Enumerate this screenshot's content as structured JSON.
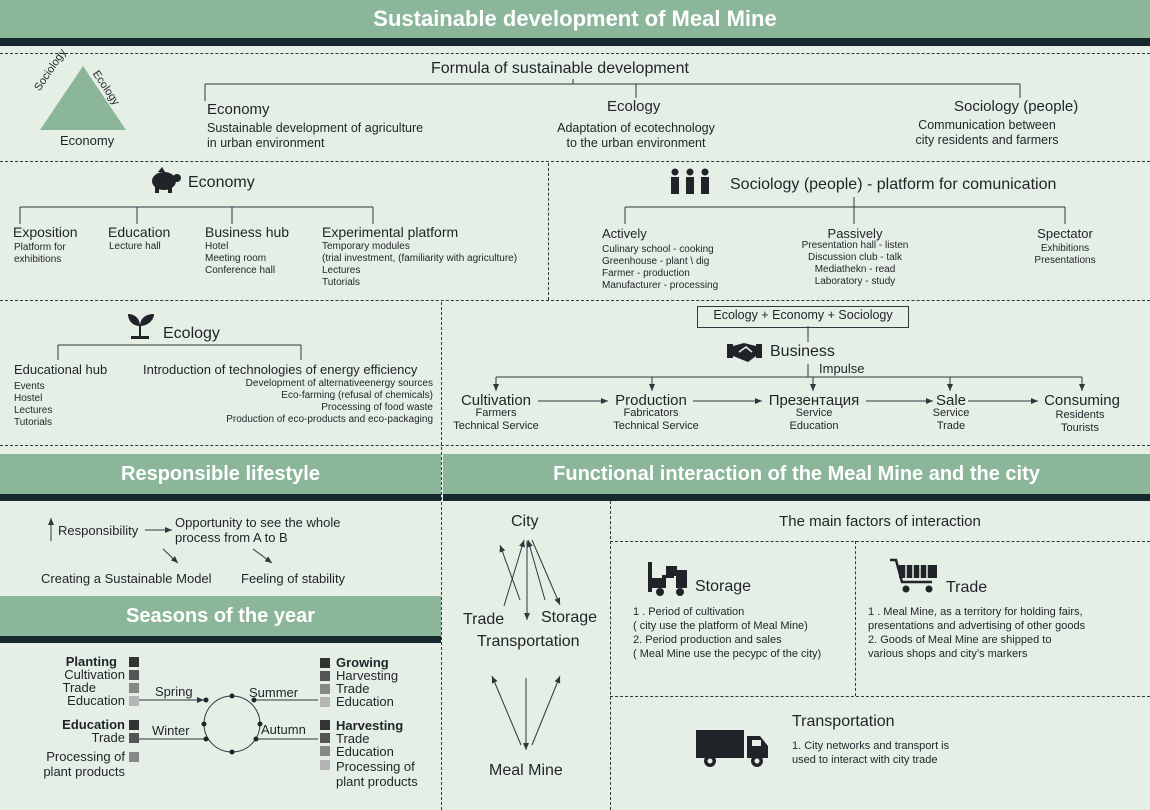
{
  "title": "Sustainable development of  Meal Mine",
  "formula": {
    "title": "Formula of sustainable development",
    "triangle": {
      "sociology": "Sociology",
      "ecology": "Ecology",
      "economy": "Economy"
    },
    "economy": {
      "heading": "Economy",
      "line1": "Sustainable development of agriculture",
      "line2": "in urban environment"
    },
    "ecology": {
      "heading": "Ecology",
      "line1": "Adaptation of ecotechnology",
      "line2": "to the urban environment"
    },
    "sociology": {
      "heading": "Sociology (people)",
      "line1": "Communication between",
      "line2": "city residents and farmers"
    }
  },
  "economy": {
    "title": "Economy",
    "exposition": {
      "heading": "Exposition",
      "line1": "Platform for",
      "line2": "exhibitions"
    },
    "education": {
      "heading": "Education",
      "line1": "Lecture hall"
    },
    "business_hub": {
      "heading": "Business hub",
      "line1": "Hotel",
      "line2": "Meeting room",
      "line3": "Conference hall"
    },
    "experimental": {
      "heading": "Experimental platform",
      "line1": "Temporary modules",
      "line2": "(trial investment, (familiarity with agriculture)",
      "line3": "Lectures",
      "line4": "Tutorials"
    }
  },
  "sociology": {
    "title": "Sociology (people) - platform for comunication",
    "actively": {
      "heading": "Actively",
      "line1": "Culinary school - cooking",
      "line2": "Greenhouse - plant \\ dig",
      "line3": "Farmer - production",
      "line4": "Manufacturer - processing"
    },
    "passively": {
      "heading": "Passively",
      "line1": "Presentation hall - listen",
      "line2": "Discussion club - talk",
      "line3": "Mediathekn - read",
      "line4": "Laboratory - study"
    },
    "spectator": {
      "heading": "Spectator",
      "line1": "Exhibitions",
      "line2": "Presentations"
    }
  },
  "ecology": {
    "title": "Ecology",
    "hub": {
      "heading": "Educational hub",
      "line1": "Events",
      "line2": "Hostel",
      "line3": "Lectures",
      "line4": "Tutorials"
    },
    "tech": {
      "heading": "Introduction of technologies of energy efficiency",
      "line1": "Development of alternativeenergy sources",
      "line2": "Eco-farming (refusal of chemicals)",
      "line3": "Processing of food waste",
      "line4": "Production of eco-products and eco-packaging"
    }
  },
  "business": {
    "formula": "Ecology + Economy + Sociology",
    "title": "Business",
    "impulse": "Impulse",
    "chain": [
      {
        "heading": "Cultivation",
        "line1": "Farmers",
        "line2": "Technical Service"
      },
      {
        "heading": "Production",
        "line1": "Fabricators",
        "line2": "Technical Service"
      },
      {
        "heading": "Презентация",
        "line1": "Service",
        "line2": "Education"
      },
      {
        "heading": "Sale",
        "line1": "Service",
        "line2": "Trade"
      },
      {
        "heading": "Consuming",
        "line1": "Residents",
        "line2": "Tourists"
      }
    ]
  },
  "lifestyle": {
    "title": "Responsible lifestyle",
    "responsibility": "Responsibility",
    "opportunity1": "Opportunity to see the whole",
    "opportunity2": "process from A to B",
    "creating": "Creating a Sustainable Model",
    "feeling": "Feeling of stability"
  },
  "seasons": {
    "title": "Seasons of the year",
    "spring": "Spring",
    "summer": "Summer",
    "winter": "Winter",
    "autumn": "Autumn",
    "spring_list": [
      "Planting",
      "Cultivation",
      "Trade",
      "Education"
    ],
    "summer_list": [
      "Growing",
      "Harvesting",
      "Trade",
      "Education"
    ],
    "winter_list": [
      "Education",
      "Trade",
      "Processing of",
      "plant products"
    ],
    "autumn_list": [
      "Harvesting",
      "Trade",
      "Education",
      "Processing of",
      "plant products"
    ],
    "colors": [
      "#333333",
      "#555555",
      "#888888",
      "#b5b5b5"
    ]
  },
  "functional": {
    "title": "Functional interaction of the Meal Mine and the city",
    "city": "City",
    "trade": "Trade",
    "storage": "Storage",
    "transportation": "Transportation",
    "meal_mine": "Meal Mine",
    "factors_title": "The main factors of interaction",
    "storage_box": {
      "heading": "Storage",
      "line1": "1 . Period of cultivation",
      "line2": "( city use the platform of Meal Mine)",
      "line3": "2. Period production and sales",
      "line4": "( Meal Mine use the ресурс of the city)"
    },
    "trade_box": {
      "heading": "Trade",
      "line1": "1 . Meal Mine, as a territory for holding fairs,",
      "line2": "presentations and advertising of other goods",
      "line3": "2. Goods of Meal Mine are shipped to",
      "line4": "various shops and city’s markers"
    },
    "transport_box": {
      "heading": "Transportation",
      "line1": "1. City networks and transport is",
      "line2": "used to interact with city trade"
    }
  }
}
